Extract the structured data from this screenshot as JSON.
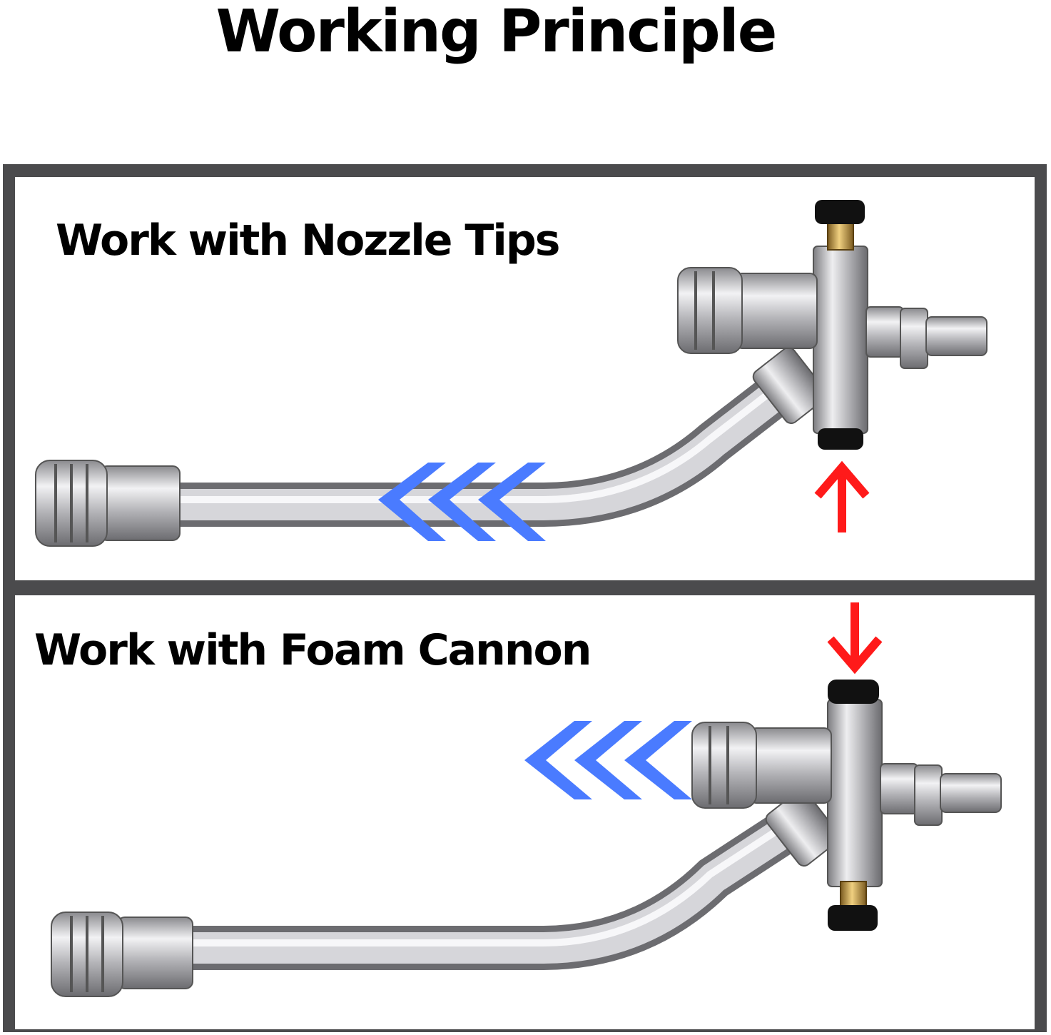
{
  "title": "Working Principle",
  "panels": [
    {
      "label": "Work with Nozzle Tips"
    },
    {
      "label": "Work with Foam Cannon"
    }
  ],
  "colors": {
    "frame": "#4b4b4d",
    "flow_arrows": "#4a7bff",
    "indicator_arrow": "#ff1a1a",
    "metal": "#c8c8cc",
    "brass": "#c9a24a",
    "cap": "#111111"
  },
  "icons": [
    "chevron-flow-icon",
    "red-arrow-up-icon",
    "red-arrow-down-icon"
  ]
}
